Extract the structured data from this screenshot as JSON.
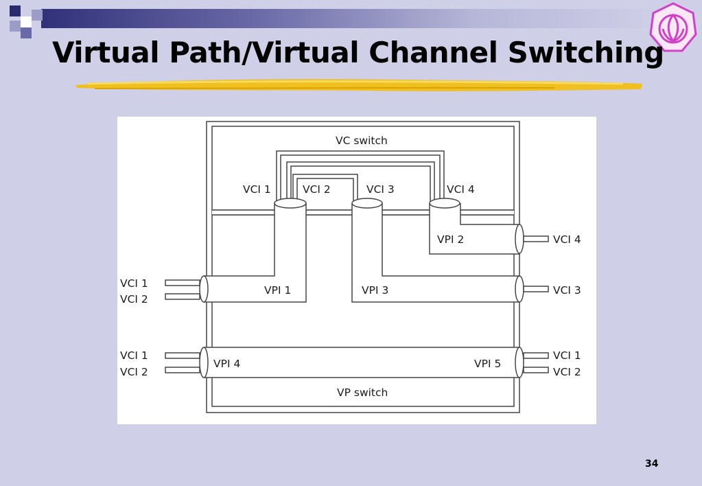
{
  "slide": {
    "title": "Virtual Path/Virtual Channel Switching",
    "page_number": "34"
  },
  "diagram": {
    "vc_switch_label": "VC switch",
    "vp_switch_label": "VP switch",
    "vc_channels": [
      "VCI 1",
      "VCI 2",
      "VCI 3",
      "VCI 4"
    ],
    "paths": {
      "vpi1": "VPI 1",
      "vpi2": "VPI 2",
      "vpi3": "VPI 3",
      "vpi4": "VPI 4",
      "vpi5": "VPI 5"
    },
    "left_in_upper": [
      "VCI 1",
      "VCI 2"
    ],
    "left_in_lower": [
      "VCI 1",
      "VCI 2"
    ],
    "right_out_vpi2": "VCI 4",
    "right_out_vpi3": "VCI 3",
    "right_out_lower": [
      "VCI 1",
      "VCI 2"
    ]
  },
  "colors": {
    "background": "#cfcfe8",
    "bar_dark": "#31317a",
    "underline": "#f0c020",
    "logo": "#d040c8"
  },
  "icons": {
    "logo": "lotus-logo-icon",
    "bullet_squares": "decorative-squares-icon"
  }
}
